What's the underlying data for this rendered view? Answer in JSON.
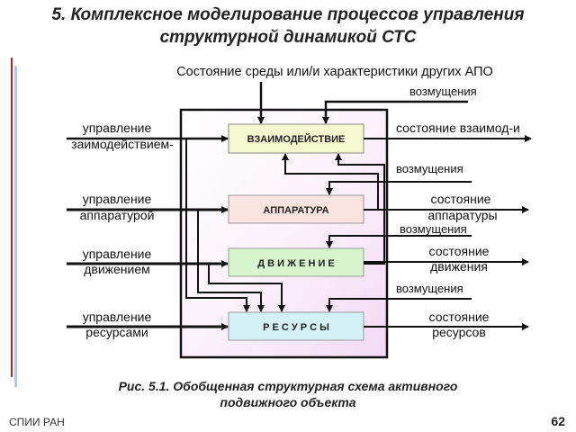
{
  "slide": {
    "title_line1": "5. Комплексное моделирование процессов управления",
    "title_line2": "структурной динамикой СТС",
    "caption_line1": "Рис. 5.1. Обобщенная структурная схема активного",
    "caption_line2": "подвижного объекта",
    "footer_org": "СПИИ РАН",
    "page_number": "62"
  },
  "diagram": {
    "top_input": "Состояние среды или/и характеристики других АПО",
    "blocks": [
      {
        "label": "ВЗАИМОДЕЙСТВИЕ",
        "fill": "#f6f8cf"
      },
      {
        "label": "АППАРАТУРА",
        "fill": "#fbe3df"
      },
      {
        "label": "Д В И Ж Е Н И Е",
        "fill": "#d6f5cd"
      },
      {
        "label": "Р Е С У Р С Ы",
        "fill": "#d4f1f8"
      }
    ],
    "controls": [
      {
        "line1": "управление",
        "line2": "заимодействием-"
      },
      {
        "line1": "управление",
        "line2": "аппаратурой"
      },
      {
        "line1": "управление",
        "line2": "движением"
      },
      {
        "line1": "управление",
        "line2": "ресурсами"
      }
    ],
    "disturbances": [
      "возмущения",
      "возмущения",
      "возмущения",
      "возмущения"
    ],
    "outputs": [
      {
        "line1": "состояние взаимод-и",
        "line2": ""
      },
      {
        "line1": "состояние",
        "line2": "аппаратуры"
      },
      {
        "line1": "состояние",
        "line2": "движения"
      },
      {
        "line1": "состояние",
        "line2": "ресурсов"
      }
    ],
    "container_fill": "#f7e6f7"
  }
}
